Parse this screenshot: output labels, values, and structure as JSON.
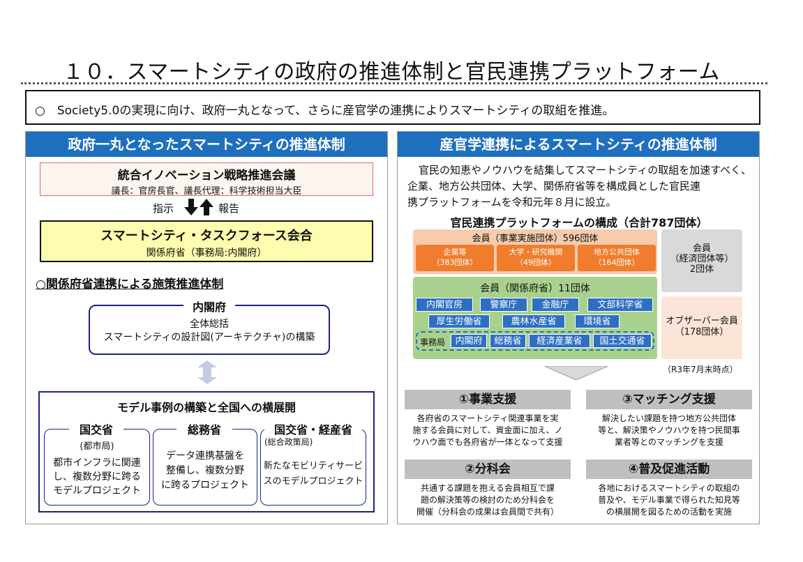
{
  "title": "１０．スマートシティの政府の推進体制と官民連携プラットフォーム",
  "summary": "○　Society5.0の実現に向け、政府一丸となって、さらに産官学の連携によりスマートシティの取組を推進。",
  "left": {
    "header": "政府一丸となったスマートシティの推進体制",
    "council_title": "統合イノベーション戦略推進会議",
    "council_sub": "議長：官房長官、議長代理：科学技術担当大臣",
    "instruct": "指示",
    "report": "報告",
    "taskforce_title": "スマートシティ・タスクフォース会合",
    "taskforce_sub": "関係府省（事務局:内閣府）",
    "ministries_heading": "○関係府省連携による施策推進体制",
    "cabinet_title": "内閣府",
    "cabinet_line1": "全体総括",
    "cabinet_line2": "スマートシティの設計図(アーキテクチャ)の構築",
    "model_title": "モデル事例の構築と全国への横展開",
    "cols": [
      {
        "name": "国交省",
        "sub": "(都市局)",
        "lines": [
          "都市インフラに関連",
          "し、複数分野に跨る",
          "モデルプロジェクト"
        ]
      },
      {
        "name": "総務省",
        "sub": "",
        "lines": [
          "データ連携基盤を",
          "整備し、複数分野",
          "に跨るプロジェクト"
        ]
      },
      {
        "name": "国交省・経産省",
        "sub": "(総合政策局)",
        "lines": [
          "新たなモビリティサービ",
          "スのモデルプロジェクト"
        ]
      }
    ]
  },
  "right": {
    "header": "産官学連携によるスマートシティの推進体制",
    "intro": [
      "官民の知恵やノウハウを結集してスマートシティの取組を加速すべく、",
      "企業、地方公共団体、大学、関係府省等を構成員とした官民連",
      "携プラットフォームを令和元年８月に設立。"
    ],
    "composition_title": "官民連携プラットフォームの構成（合計787団体）",
    "impl_title": "会員（事業実施団体）596団体",
    "impl_chips": [
      {
        "label": "企業等",
        "count": "（383団体）"
      },
      {
        "label": "大学・研究機関",
        "count": "（49団体）"
      },
      {
        "label": "地方公共団体",
        "count": "（164団体）"
      }
    ],
    "econ_box": [
      "会員",
      "（経済団体等）",
      "2団体"
    ],
    "ministry_title": "会員（関係府省）11団体",
    "ministry_row1": [
      "内閣官房",
      "警察庁",
      "金融庁",
      "文部科学省"
    ],
    "ministry_row2": [
      "厚生労働省",
      "農林水産省",
      "環境省"
    ],
    "secretariat_label": "事務局",
    "ministry_row3": [
      "内閣府",
      "総務省",
      "経済産業省",
      "国土交通省"
    ],
    "observer": [
      "オブザーバー会員",
      "（178団体）"
    ],
    "as_of": "（R3年7月末時点）",
    "supports": [
      {
        "title": "①事業支援",
        "lines": [
          "各府省のスマートシティ関連事業を実",
          "施する会員に対して、資金面に加え、ノ",
          "ウハウ面でも各府省が一体となって支援"
        ]
      },
      {
        "title": "③マッチング支援",
        "lines": [
          "解決したい課題を持つ地方公共団体",
          "等と、解決策やノウハウを持つ民間事",
          "業者等とのマッチングを支援"
        ]
      },
      {
        "title": "②分科会",
        "lines": [
          "共通する課題を抱える会員相互で課",
          "題の解決策等の検討のため分科会を",
          "開催（分科会の成果は会員間で共有）"
        ]
      },
      {
        "title": "④普及促進活動",
        "lines": [
          "各地におけるスマートシティの取組の",
          "普及や、モデル事業で得られた知見等",
          "の横展開を図るための活動を実施"
        ]
      }
    ]
  },
  "colors": {
    "accent_blue": "#1f6fbf",
    "chip_blue": "#2e6fc4",
    "chip_orange": "#ef7d2d",
    "dark_navy": "#1a237e",
    "green_box": "#a9d18e",
    "peach_box": "#f8cbad",
    "gray_box": "#d9d9d9"
  }
}
